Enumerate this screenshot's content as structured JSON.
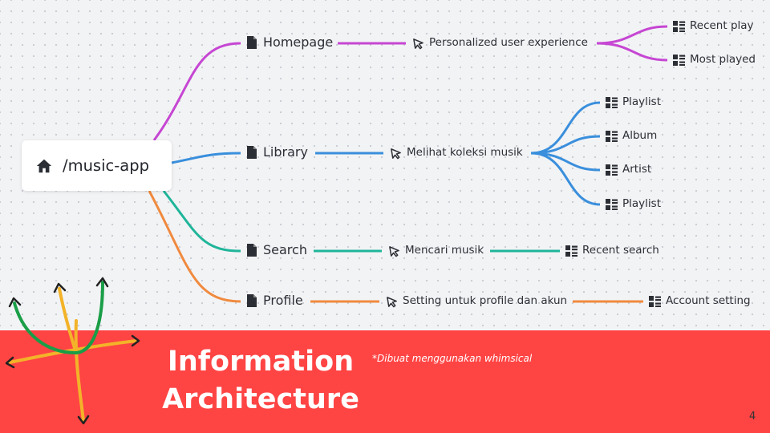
{
  "root": {
    "label": "/music-app",
    "icon": "home-icon"
  },
  "branches": [
    {
      "key": "homepage",
      "label": "Homepage",
      "feature": "Personalized user experience",
      "color": "#c646d3",
      "children": [
        "Recent play",
        "Most played"
      ]
    },
    {
      "key": "library",
      "label": "Library",
      "feature": "Melihat koleksi musik",
      "color": "#3a8fdc",
      "children": [
        "Playlist",
        "Album",
        "Artist",
        "Playlist"
      ]
    },
    {
      "key": "search",
      "label": "Search",
      "feature": "Mencari musik",
      "color": "#1fb59a",
      "children": [
        "Recent search"
      ]
    },
    {
      "key": "profile",
      "label": "Profile",
      "feature": "Setting untuk profile dan akun",
      "color": "#f08a3e",
      "children": [
        "Account setting"
      ]
    }
  ],
  "footer": {
    "title_line1": "Information",
    "title_line2": "Architecture",
    "note": "*Dibuat menggunakan whimsical",
    "page_number": "4",
    "banner_color": "#ff4444"
  }
}
